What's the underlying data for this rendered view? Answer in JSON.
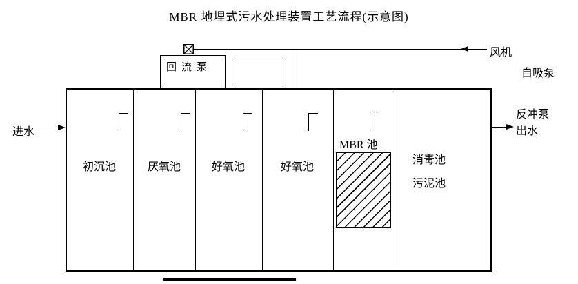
{
  "title": "MBR 地埋式污水处理装置工艺流程(示意图)",
  "tanks": [
    {
      "label": "初沉池"
    },
    {
      "label": "厌氧池"
    },
    {
      "label": "好氧池"
    },
    {
      "label": "好氧池"
    },
    {
      "label": "MBR 池"
    },
    {
      "label": "消毒池"
    },
    {
      "label": "污泥池"
    }
  ],
  "equipment": {
    "return_pump": "回流泵",
    "blower": "风机",
    "self_priming_pump": "自吸泵",
    "backwash_pump": "反冲泵"
  },
  "flows": {
    "inlet": "进水",
    "outlet": "出水"
  },
  "icons": {
    "valve": "gate-valve-icon",
    "inlet_arrow": "right-arrow",
    "outlet_arrow": "right-arrow",
    "blower_arrow": "left-arrow"
  },
  "colors": {
    "line": "#000000",
    "background": "#ffffff",
    "hatch": "#000000"
  }
}
